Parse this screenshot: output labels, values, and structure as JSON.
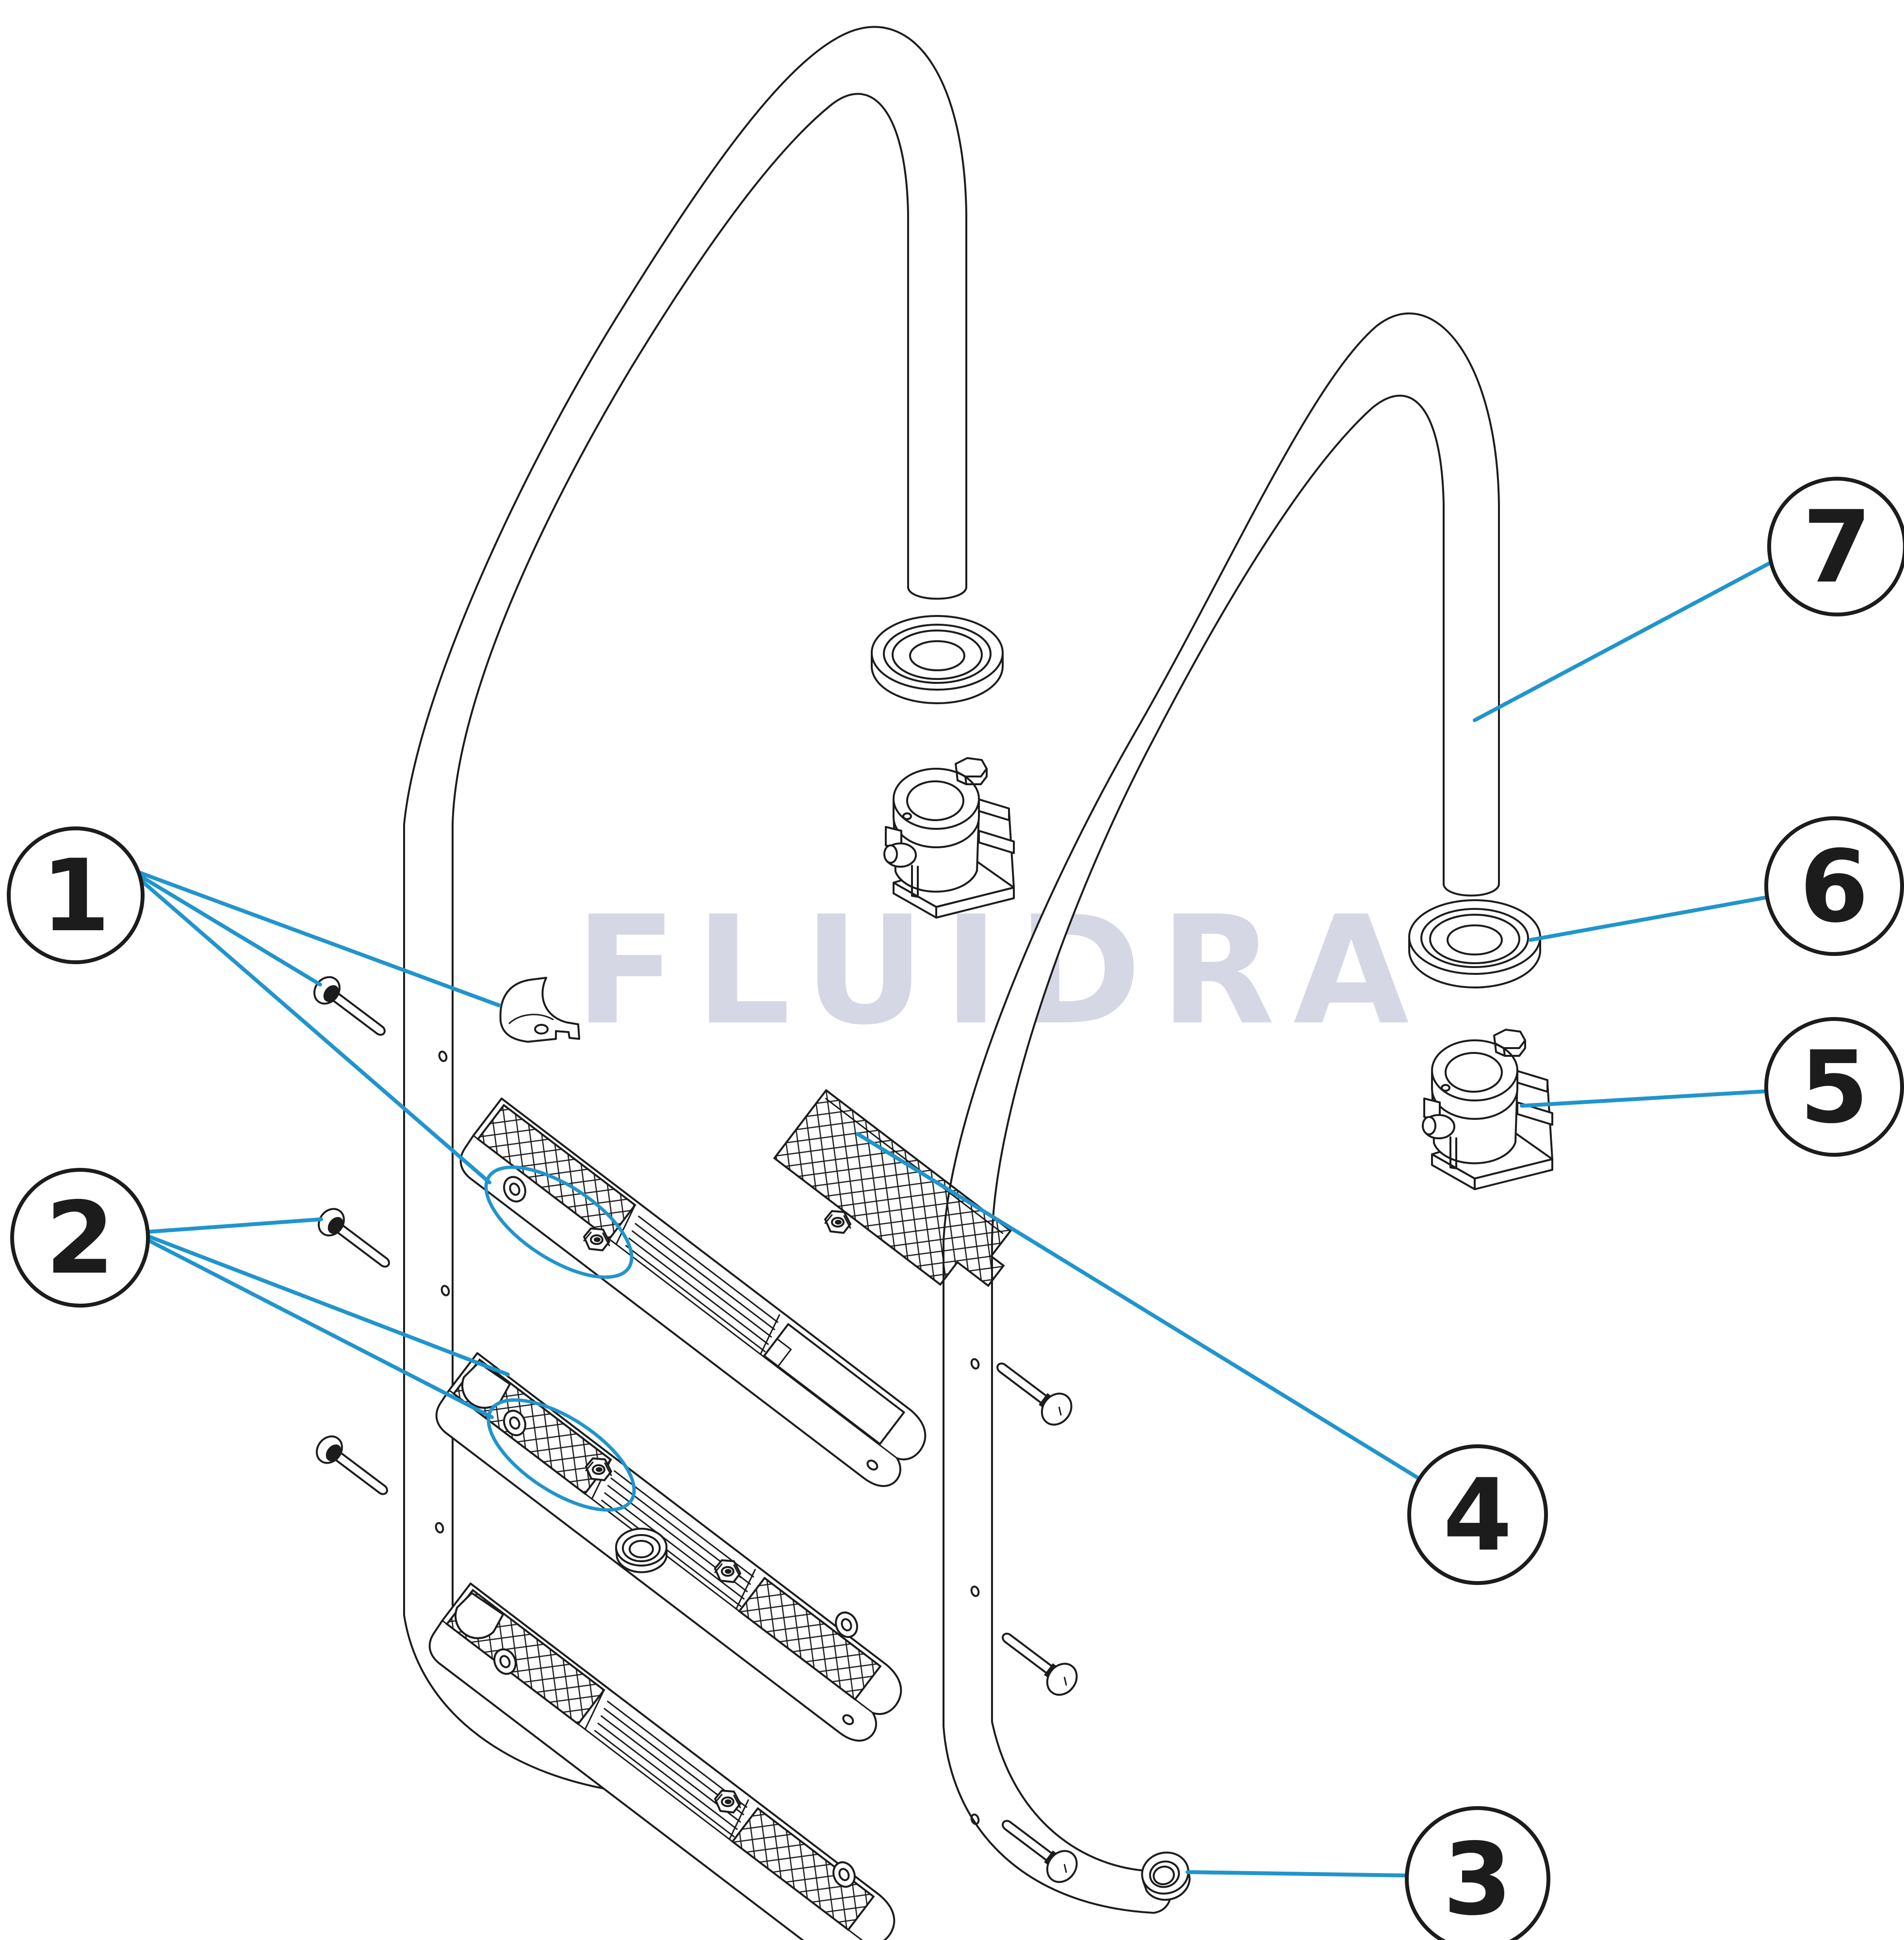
{
  "colors": {
    "line": "#1c1c1c",
    "accent": "#2095cc",
    "watermark": "#d5d8e4",
    "background": "#ffffff"
  },
  "watermark": {
    "text": "FLUIDRA"
  },
  "callouts": [
    {
      "number": "1"
    },
    {
      "number": "2"
    },
    {
      "number": "3"
    },
    {
      "number": "4"
    },
    {
      "number": "5"
    },
    {
      "number": "6"
    },
    {
      "number": "7"
    }
  ]
}
